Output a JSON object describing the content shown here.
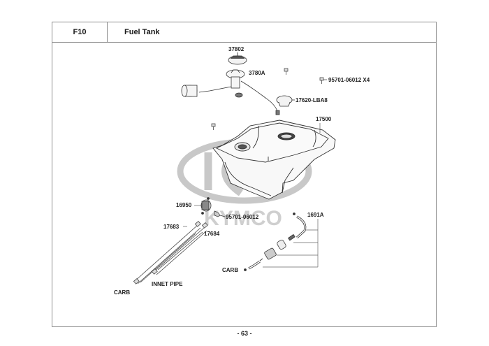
{
  "header": {
    "section_code": "F10",
    "section_title": "Fuel Tank"
  },
  "watermark": {
    "brand": "KYMCO",
    "logo_letter": "K",
    "color": "#c8c8c8"
  },
  "parts": [
    {
      "id": "37802",
      "label": "37802"
    },
    {
      "id": "3780A",
      "label": "3780A"
    },
    {
      "id": "95701-06012X4",
      "label": "95701-06012 X4"
    },
    {
      "id": "17620-LBA8",
      "label": "17620-LBA8"
    },
    {
      "id": "17500",
      "label": "17500"
    },
    {
      "id": "16950",
      "label": "16950"
    },
    {
      "id": "95701-06012",
      "label": "95701-06012"
    },
    {
      "id": "1691A",
      "label": "1691A"
    },
    {
      "id": "17683",
      "label": "17683"
    },
    {
      "id": "17684",
      "label": "17684"
    }
  ],
  "annotations": {
    "carb_left": "CARB",
    "innet_pipe": "INNET PIPE",
    "carb_right": "CARB"
  },
  "footer": {
    "page_number": "- 63 -"
  }
}
